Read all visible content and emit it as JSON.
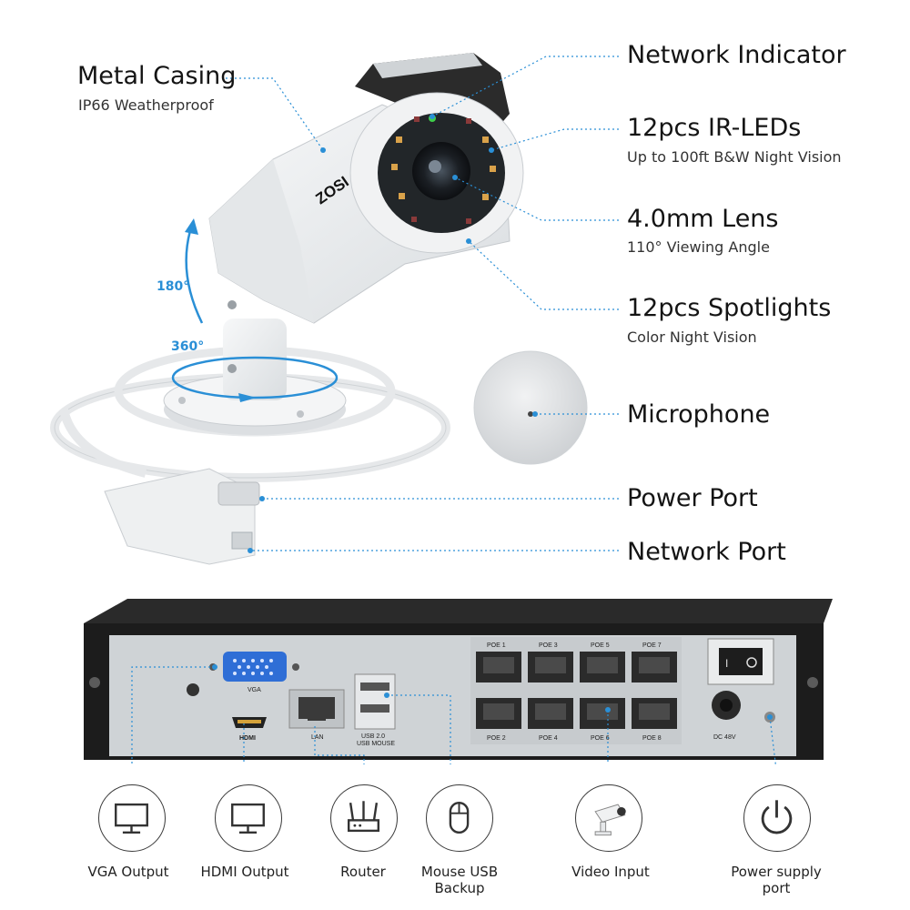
{
  "camera": {
    "brand": "ZOSI",
    "rotation_vertical": "180°",
    "rotation_horizontal": "360°"
  },
  "features_left": {
    "metal_casing": {
      "title": "Metal Casing",
      "subtitle": "IP66 Weatherproof"
    }
  },
  "features_right": [
    {
      "id": "network-indicator",
      "title": "Network Indicator",
      "subtitle": ""
    },
    {
      "id": "ir-leds",
      "title": "12pcs IR-LEDs",
      "subtitle": "Up to 100ft B&W Night Vision"
    },
    {
      "id": "lens",
      "title": "4.0mm Lens",
      "subtitle": "110° Viewing Angle"
    },
    {
      "id": "spotlights",
      "title": "12pcs Spotlights",
      "subtitle": "Color Night Vision"
    },
    {
      "id": "microphone",
      "title": "Microphone",
      "subtitle": ""
    },
    {
      "id": "power-port",
      "title": "Power Port",
      "subtitle": ""
    },
    {
      "id": "network-port",
      "title": "Network Port",
      "subtitle": ""
    }
  ],
  "nvr": {
    "vga_label": "VGA",
    "hdmi_label": "HDMI",
    "lan_label": "LAN",
    "usb_label_1": "USB 2.0",
    "usb_label_2": "USB MOUSE",
    "poe_top": [
      "POE 1",
      "POE 3",
      "POE 5",
      "POE 7"
    ],
    "poe_bottom": [
      "POE 2",
      "POE 4",
      "POE 6",
      "POE 8"
    ],
    "dc_label": "DC 48V"
  },
  "bottom_icons": [
    {
      "id": "vga-output",
      "icon": "monitor-icon",
      "label_1": "VGA Output",
      "label_2": ""
    },
    {
      "id": "hdmi-output",
      "icon": "monitor-icon",
      "label_1": "HDMI Output",
      "label_2": ""
    },
    {
      "id": "router",
      "icon": "router-icon",
      "label_1": "Router",
      "label_2": ""
    },
    {
      "id": "mouse-usb-backup",
      "icon": "mouse-icon",
      "label_1": "Mouse USB",
      "label_2": "Backup"
    },
    {
      "id": "video-input",
      "icon": "camera-icon",
      "label_1": "Video Input",
      "label_2": ""
    },
    {
      "id": "power-supply-port",
      "icon": "power-icon",
      "label_1": "Power supply",
      "label_2": "port"
    }
  ],
  "colors": {
    "accent": "#2a8fd6",
    "nvr_body": "#1c1c1c",
    "nvr_panel": "#cfd3d6"
  }
}
